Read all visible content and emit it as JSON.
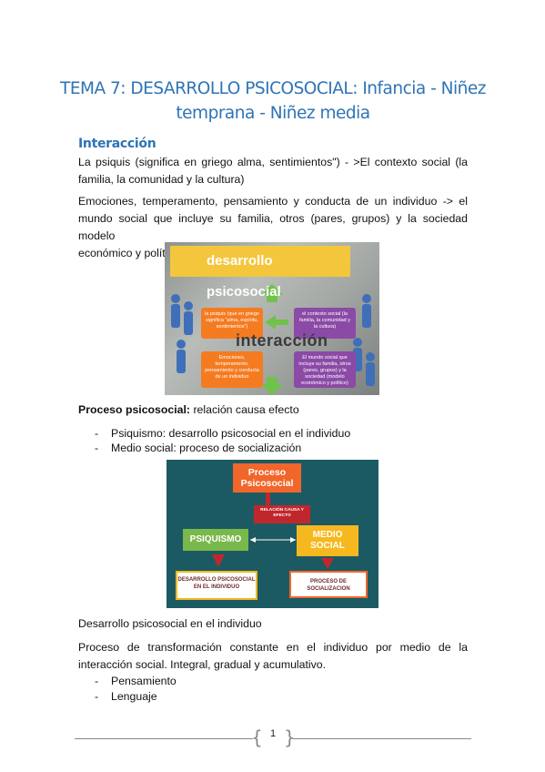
{
  "title": {
    "line1": "TEMA 7: DESARROLLO PSICOSOCIAL: Infancia - Niñez",
    "line2": "temprana - Niñez media"
  },
  "section_heading": "Interacción",
  "paragraphs": {
    "p1_line1": "La psiquis (significa en griego alma, sentimientos\") - >El contexto social (la",
    "p1_line2": "familia, la comunidad y la cultura)",
    "p2_line1": "Emociones, temperamento, pensamiento y conducta de un individuo -> el",
    "p2_line2": "mundo social que incluye su familia, otros (pares, grupos) y la sociedad modelo",
    "p2_line3": "económico y político)"
  },
  "image1": {
    "banner": "desarrollo psicosocial",
    "box1": "la psiquis (que en griego significa \"alma, espíritu, sentimientos\")",
    "box2": "el contexto social (la familia, la comunidad y la cultura)",
    "box3": "Emociones, temperamento, pensamiento y conducta de un individuo",
    "box4": "El mundo social que incluye su familia, otros (pares, grupos) y la sociedad (modelo económico y político)",
    "center_label": "interacción"
  },
  "proceso": {
    "bold": "Proceso psicosocial:",
    "rest": " relación causa efecto",
    "bullets": [
      "Psiquismo: desarrollo psicosocial en el individuo",
      "Medio social: proceso de socialización"
    ]
  },
  "image2": {
    "proceso": "Proceso Psicosocial",
    "relacion": "RELACIÓN CAUSA Y EFECTO",
    "psiquismo": "PSIQUISMO",
    "medio": "MEDIO SOCIAL",
    "desarrollo": "DESARROLLO PSICOSOCIAL EN EL INDIVIDUO",
    "socializacion": "PROCESO DE SOCIALIZACION"
  },
  "desarrollo_heading": "Desarrollo psicosocial en el individuo",
  "proceso_trans": {
    "line1": "Proceso de transformación constante en el individuo por medio de la",
    "line2": "interacción social. Integral, gradual y acumulativo."
  },
  "list2": [
    "Pensamiento",
    "Lenguaje"
  ],
  "footer": {
    "page": "1"
  },
  "colors": {
    "heading_blue": "#2e74b5",
    "orange": "#f57b20",
    "purple": "#8b4aa6",
    "yellow": "#f4c63c",
    "teal": "#1c5a63",
    "green": "#79b84b",
    "red": "#c0272d"
  }
}
